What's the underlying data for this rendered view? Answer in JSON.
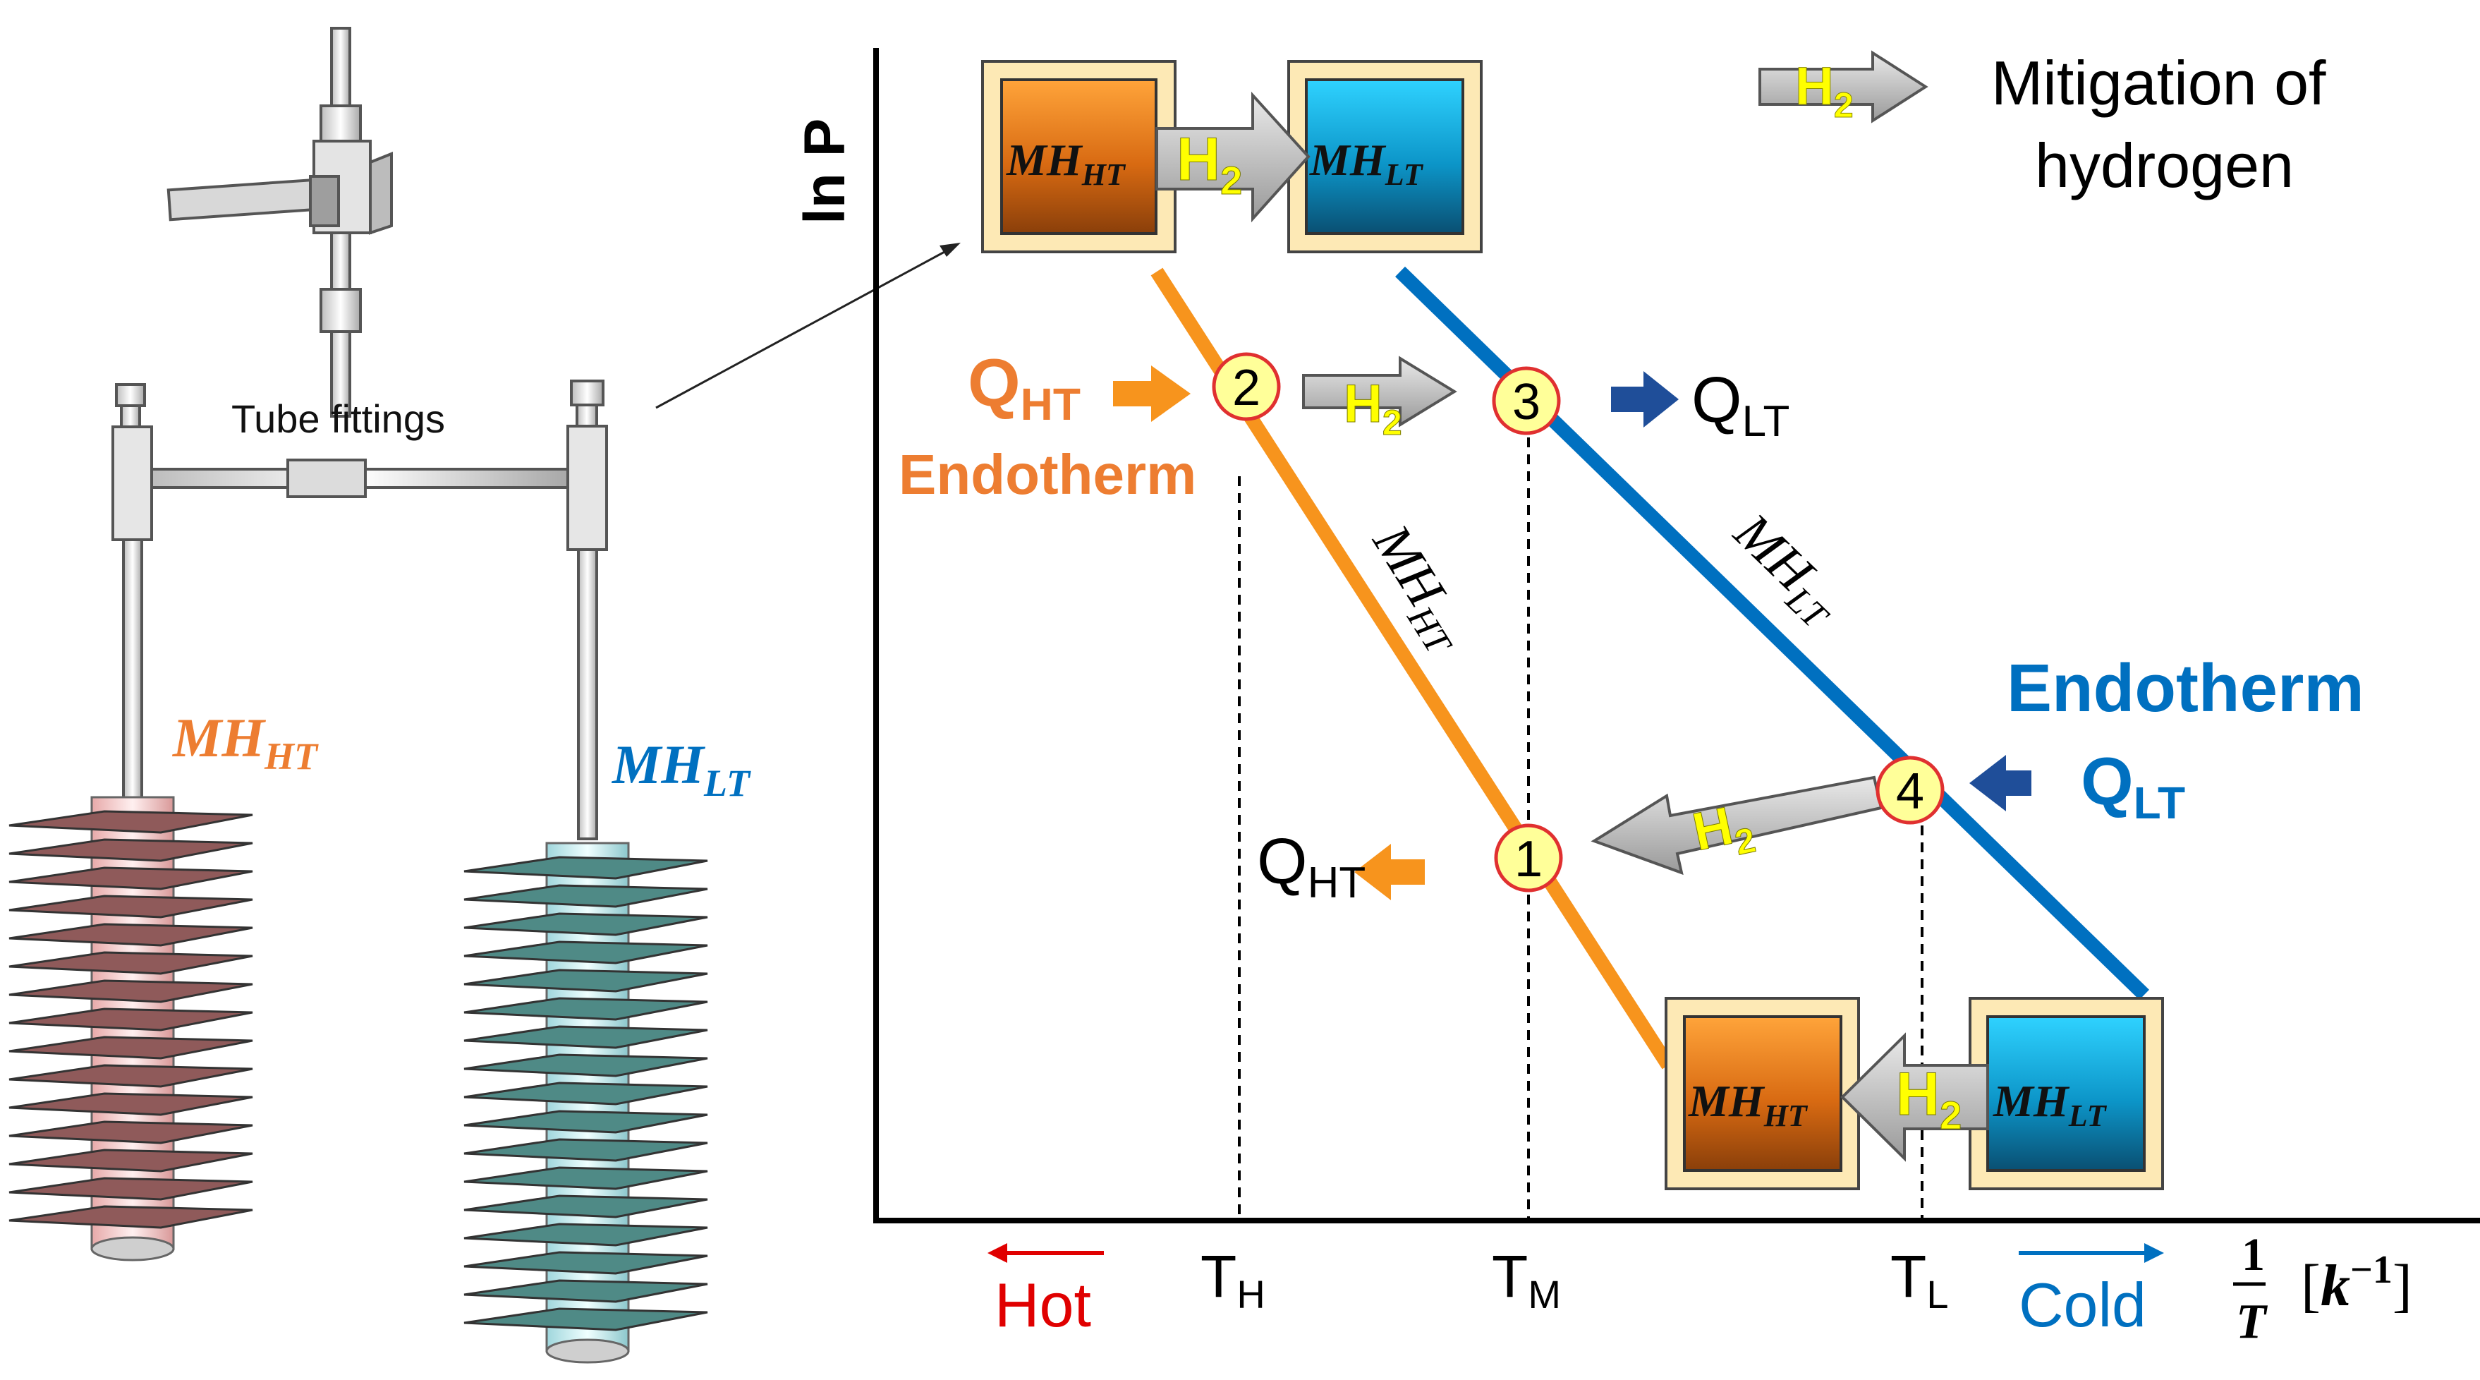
{
  "labels": {
    "axis_y": "ln P",
    "axis_x_tick_h": "T",
    "axis_x_tick_h_sub": "H",
    "axis_x_tick_m": "T",
    "axis_x_tick_m_sub": "M",
    "axis_x_tick_l": "T",
    "axis_x_tick_l_sub": "L",
    "hot": "Hot",
    "cold": "Cold",
    "axis_x_frac_num": "1",
    "axis_x_frac_den": "T",
    "axis_x_unit_open": "[",
    "axis_x_unit_k": "k",
    "axis_x_unit_exp": "−1",
    "axis_x_unit_close": "]",
    "tube_fittings": "Tube fittings",
    "mh": "MH",
    "sub_ht": "HT",
    "sub_lt": "LT",
    "h2": "H",
    "h2_sub": "2",
    "q": "Q",
    "endotherm": "Endotherm",
    "legend_line1": "Mitigation of",
    "legend_line2": "hydrogen"
  },
  "points": [
    "1",
    "2",
    "3",
    "4"
  ],
  "colors": {
    "orange": "#f7941d",
    "orange_text": "#ed7d31",
    "blue": "#0070c0",
    "blue_text": "#0070c0",
    "navy_arrow": "#1f4e99",
    "hot_red": "#e00000",
    "point_fill": "#ffff99",
    "point_ring": "#e03030",
    "gray_arrow": "#bfbfbf",
    "h2_yellow": "#ffff00"
  },
  "icons": [
    "valve-icon",
    "tube-fittings-icon",
    "mh-ht-reactor-icon",
    "mh-lt-reactor-icon",
    "h2-transfer-arrow-icon"
  ]
}
